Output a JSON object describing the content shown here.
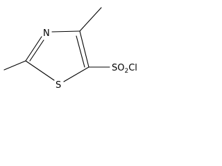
{
  "molecule": {
    "atoms": {
      "nitrogen": "N",
      "sulfur": "S",
      "sulfonyl_group": {
        "s": "SO",
        "subscript": "2",
        "cl": "Cl"
      }
    },
    "bond_color": "#000000",
    "text_color": "#000000",
    "background": "#ffffff"
  }
}
